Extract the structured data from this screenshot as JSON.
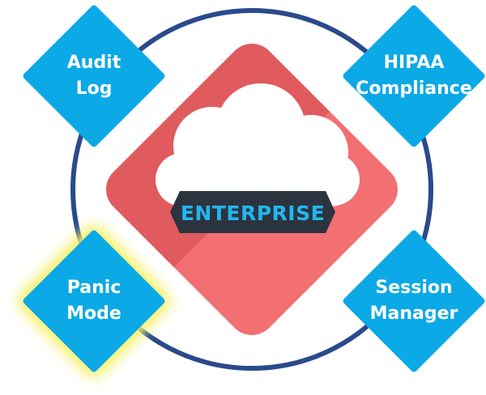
{
  "center": {
    "badge_label": "ENTERPRISE",
    "icon": "cloud-icon"
  },
  "features": [
    {
      "id": "audit-log",
      "line1": "Audit",
      "line2": "Log",
      "highlighted": false
    },
    {
      "id": "hipaa-compliance",
      "line1": "HIPAA",
      "line2": "Compliance",
      "highlighted": false
    },
    {
      "id": "panic-mode",
      "line1": "Panic",
      "line2": "Mode",
      "highlighted": true
    },
    {
      "id": "session-manager",
      "line1": "Session",
      "line2": "Manager",
      "highlighted": false
    }
  ],
  "colors": {
    "ring": "#2a4a8c",
    "feature_fill": "#0ba9e6",
    "diamond_left": "#e05a5e",
    "diamond_right": "#f26f72",
    "cloud": "#ffffff",
    "badge_fill": "#2c3440",
    "badge_text": "#22b7ef",
    "highlight_glow": "#f5f06a"
  }
}
